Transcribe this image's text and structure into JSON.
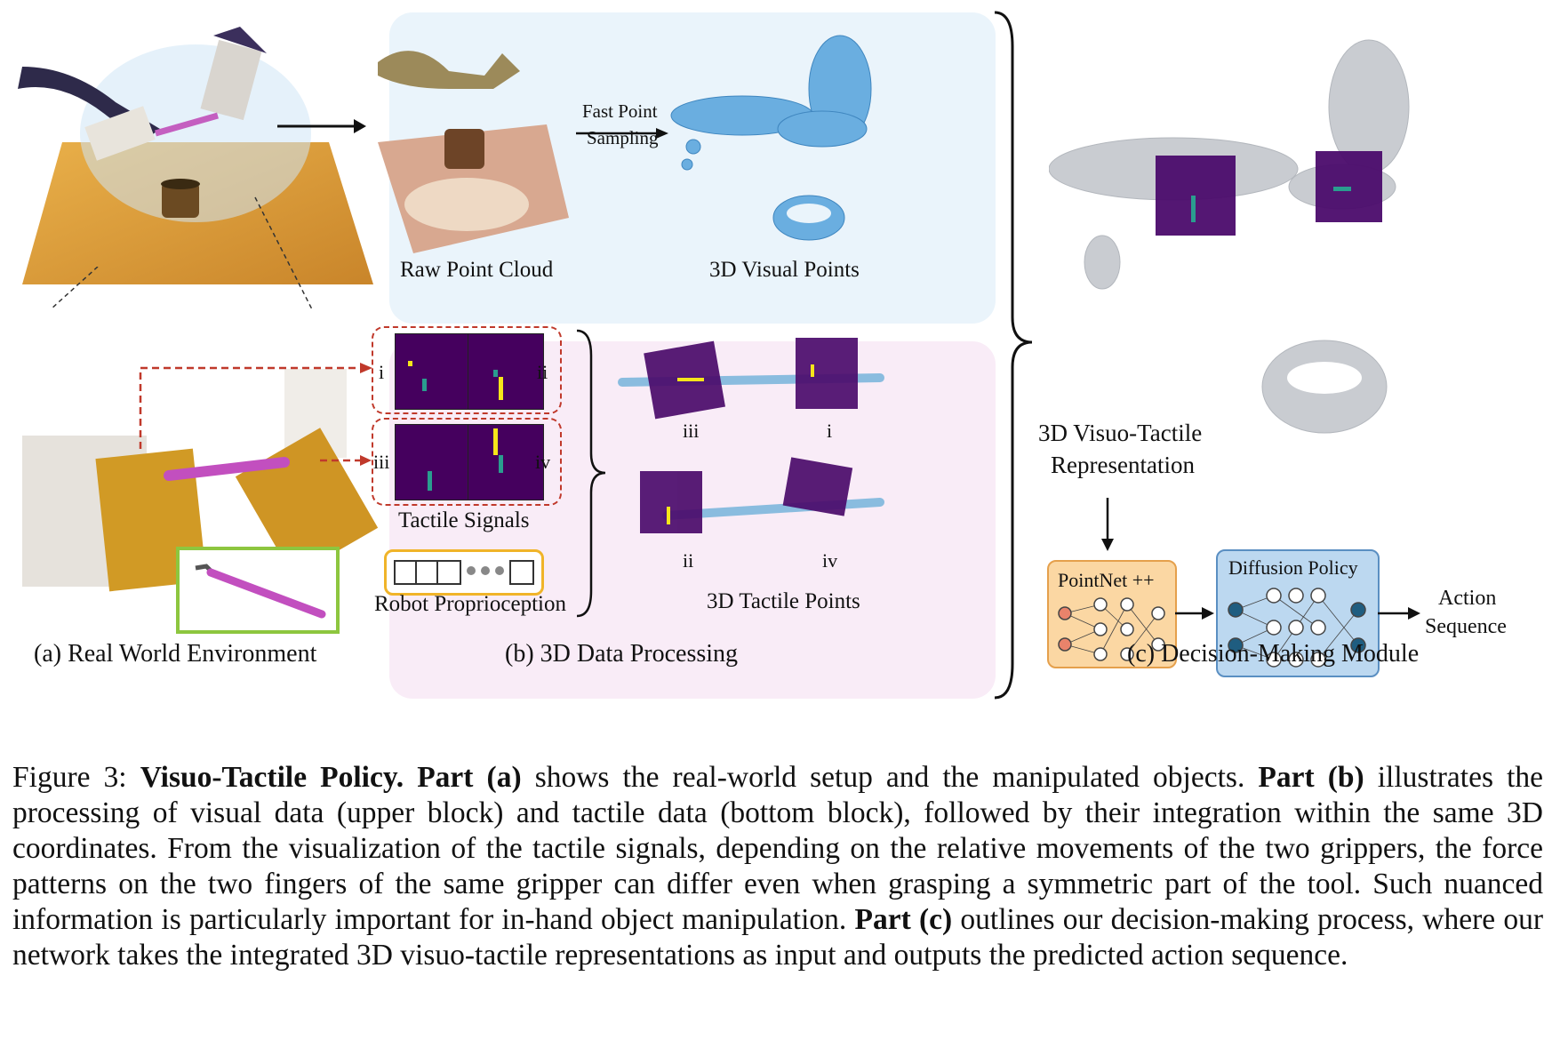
{
  "figure": {
    "panel_a": {
      "label": "(a) Real World Environment"
    },
    "panel_b": {
      "label": "(b) 3D Data Processing",
      "raw_point_cloud": "Raw Point Cloud",
      "fast_point_sampling_line1": "Fast Point",
      "fast_point_sampling_line2": "Sampling",
      "visual_points": "3D Visual Points",
      "tactile_signals": "Tactile Signals",
      "robot_proprioception": "Robot Proprioception",
      "tactile_points": "3D Tactile Points",
      "roman": {
        "i": "i",
        "ii": "ii",
        "iii": "iii",
        "iv": "iv"
      }
    },
    "panel_c": {
      "label": "(c) Decision-Making Module",
      "repr_line1": "3D Visuo-Tactile",
      "repr_line2": "Representation",
      "pointnet": "PointNet ++",
      "diffusion": "Diffusion Policy",
      "action_line1": "Action",
      "action_line2": "Sequence"
    },
    "colors": {
      "tactile_bg": "#45005e",
      "tactile_hot": "#f5e61a",
      "tactile_mid": "#2a9d8f",
      "visual_points": "#6aaee0",
      "pointnet_fill": "#fbd7a3",
      "diffusion_fill": "#bcd8f0",
      "arrow_red": "#c0392b",
      "proprio_border": "#f0b429",
      "tool_border": "#8dc63f"
    }
  },
  "caption": {
    "prefix": "Figure 3:",
    "title": "Visuo-Tactile Policy.",
    "part_a": "Part (a)",
    "text_a": " shows the real-world setup and the manipulated objects. ",
    "part_b": "Part (b)",
    "text_b": " illustrates the processing of visual data (upper block) and tactile data (bottom block), followed by their integration within the same 3D coordinates. From the visualization of the tactile signals, depending on the relative movements of the two grippers, the force patterns on the two fingers of the same gripper can differ even when grasping a symmetric part of the tool. Such nuanced information is particularly important for in-hand object manipulation. ",
    "part_c": "Part (c)",
    "text_c": " outlines our decision-making process, where our network takes the integrated 3D visuo-tactile representations as input and outputs the predicted action sequence."
  }
}
